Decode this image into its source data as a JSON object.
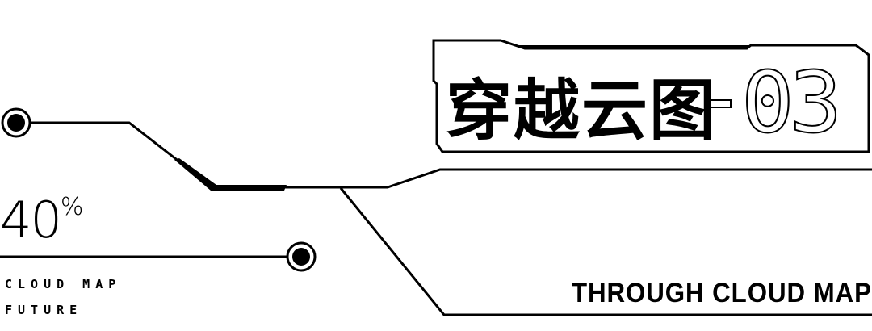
{
  "percent": {
    "value": "40",
    "unit": "%"
  },
  "labels": {
    "line1": "CLOUD MAP",
    "line2": "FUTURE"
  },
  "title": {
    "text": "穿越云图",
    "separator": "-",
    "number": "03"
  },
  "subtitle": "THROUGH CLOUD MAP",
  "colors": {
    "ink": "#000000",
    "background": "#ffffff"
  }
}
